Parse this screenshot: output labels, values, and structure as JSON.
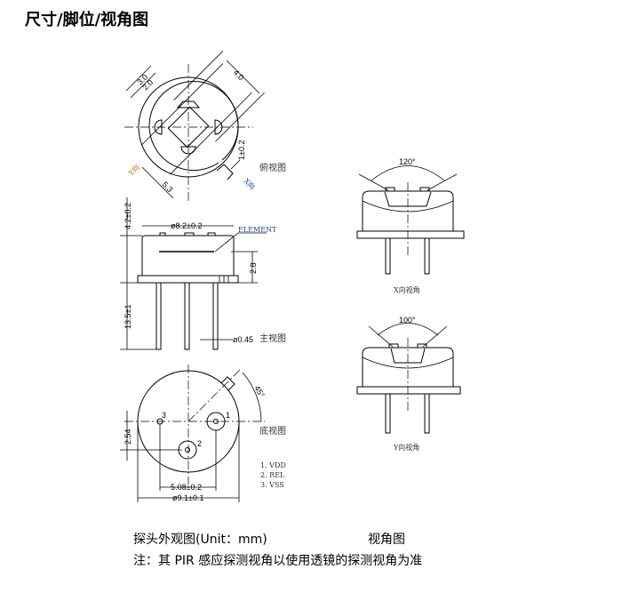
{
  "title": "尺寸/脚位/视角图",
  "top_view": {
    "label": "俯视图",
    "dims": {
      "d1": "3.0",
      "d2": "2.0",
      "d3": "4.0",
      "d4": "1±0.2",
      "d5": "5.3"
    },
    "y_dir": "Y向",
    "x_dir": "X向"
  },
  "front_view": {
    "label": "主视图",
    "element_label": "ELEMENT",
    "dims": {
      "height_top": "4.2±0.2",
      "diameter": "ø8.2±0.2",
      "element_height": "2.8",
      "pin_length": "13.5±1",
      "pin_diameter": "ø0.45"
    }
  },
  "bottom_view": {
    "label": "底视图",
    "dims": {
      "angle": "45°",
      "pin_offset": "2.54",
      "pin_spacing": "5.08±0.2",
      "diameter": "ø9.1±0.1"
    },
    "pin_numbers": [
      "1",
      "2",
      "3"
    ],
    "pinout": [
      "1. VDD",
      "2. REL",
      "3. VSS"
    ]
  },
  "x_view": {
    "angle": "120°",
    "label": "X向视角"
  },
  "y_view": {
    "angle": "100°",
    "label": "Y向视角"
  },
  "captions": {
    "appearance": "探头外观图(Unit：mm)",
    "view_angle": "视角图",
    "note": "注：其 PIR 感应探测视角以使用透镜的探测视角为准"
  }
}
